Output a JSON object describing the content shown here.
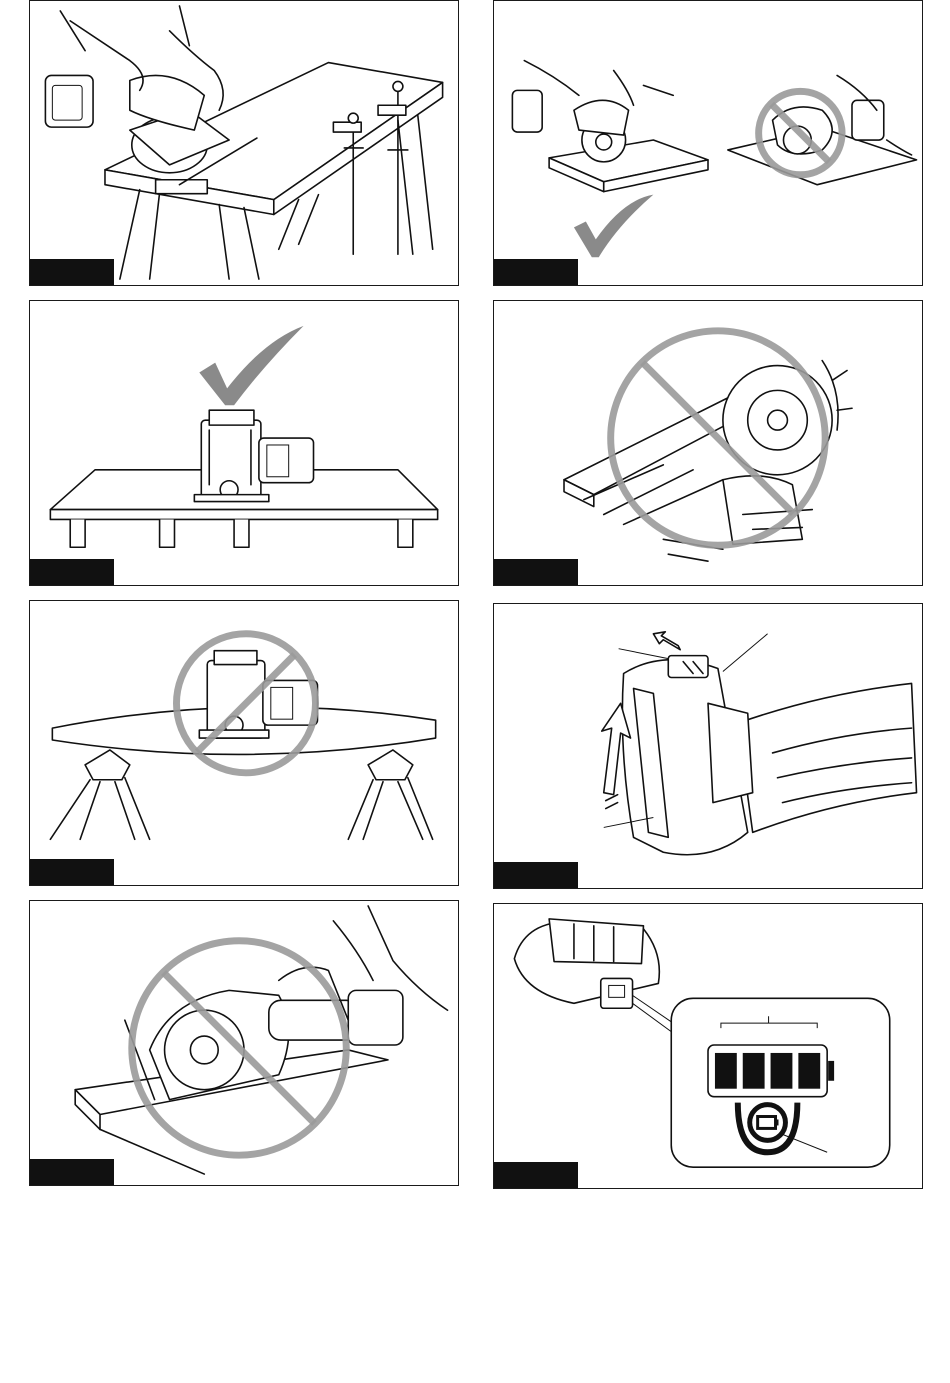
{
  "page": {
    "panels": [
      {
        "id": "fig1",
        "depicts": "check-ok"
      },
      {
        "id": "fig2",
        "depicts": "check-and-prohibited"
      },
      {
        "id": "fig3",
        "depicts": "check-ok"
      },
      {
        "id": "fig4",
        "depicts": "prohibited"
      },
      {
        "id": "fig5",
        "depicts": "prohibited"
      },
      {
        "id": "fig6",
        "depicts": "battery-removal"
      },
      {
        "id": "fig7",
        "depicts": "prohibited"
      },
      {
        "id": "fig8",
        "depicts": "battery-indicator"
      }
    ]
  },
  "colors": {
    "line": "#111111",
    "prohibition_sign": "#9a9a9a",
    "check_mark": "#8a8a8a",
    "figure_tab": "#111111"
  },
  "icons": {
    "ok": "check-mark-icon",
    "not_ok": "prohibition-sign-icon",
    "direction": "arrow-icon",
    "battery": "battery-indicator-icon"
  }
}
